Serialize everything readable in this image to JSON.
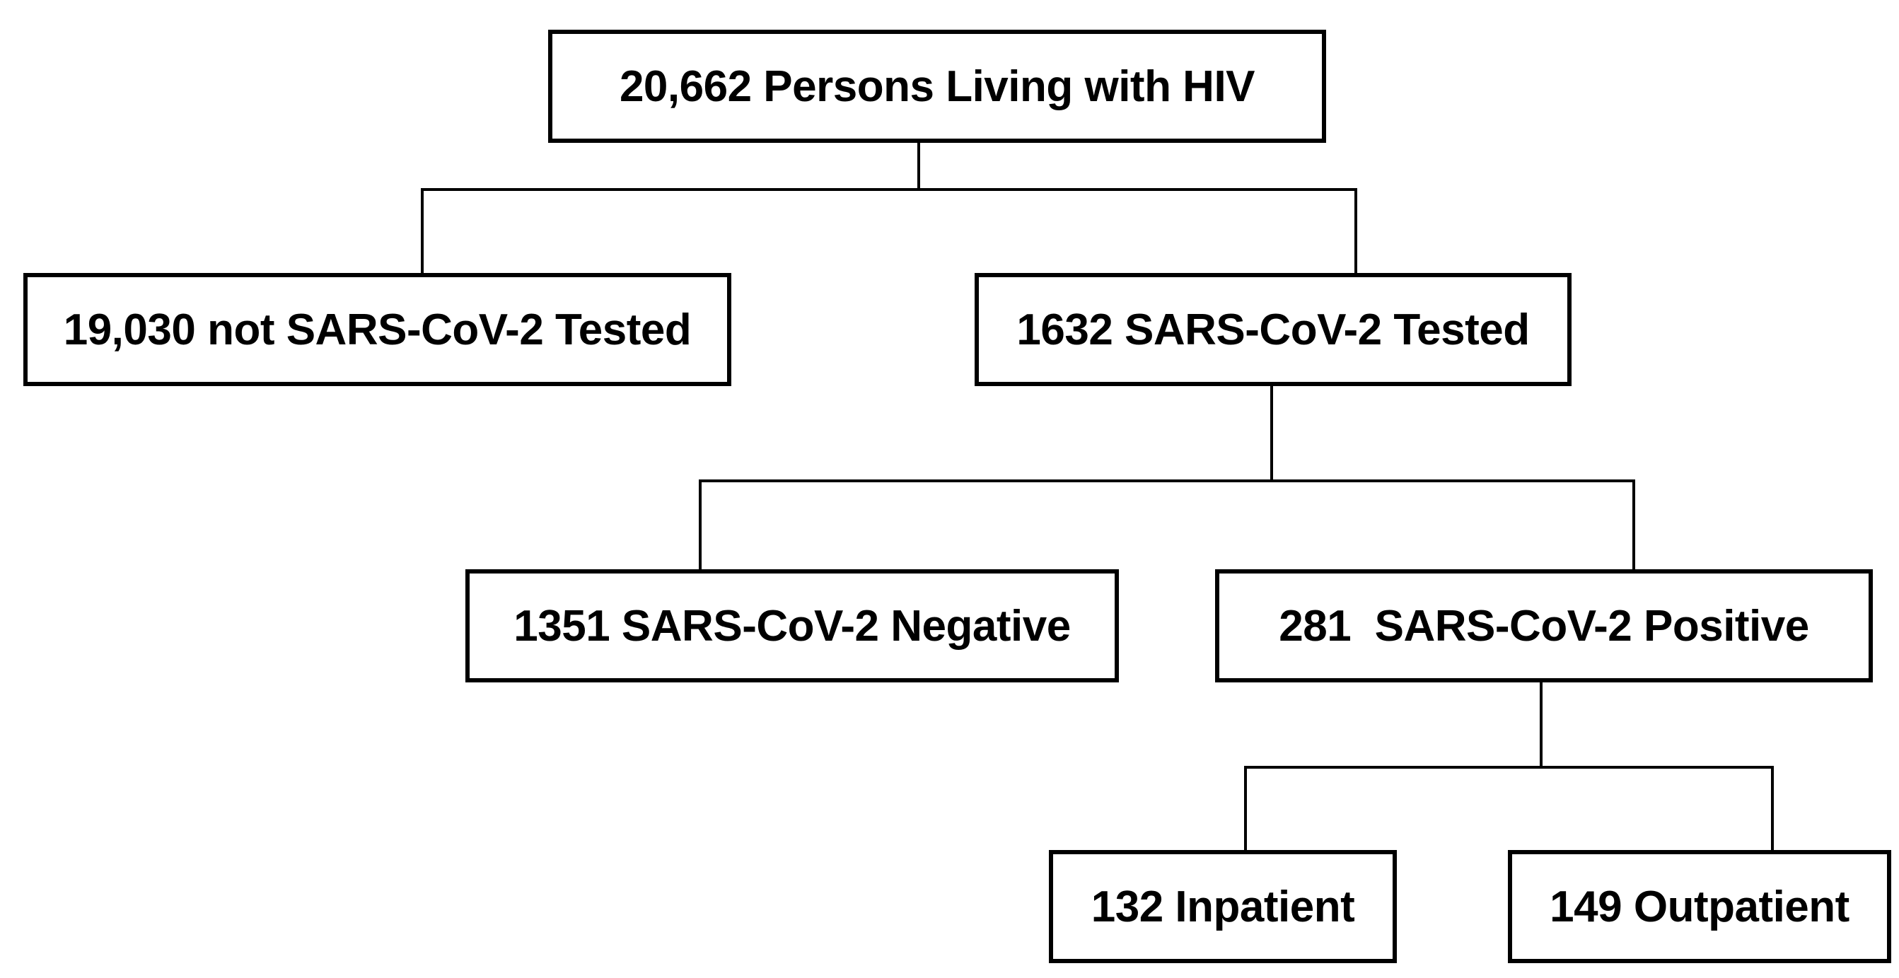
{
  "nodes": {
    "root": "20,662 Persons Living with HIV",
    "untested": "19,030 not SARS-CoV-2 Tested",
    "tested": "1632 SARS-CoV-2 Tested",
    "negative": "1351 SARS-CoV-2 Negative",
    "positive": "281  SARS-CoV-2 Positive",
    "inpatient": "132 Inpatient",
    "outpatient": "149 Outpatient"
  },
  "colors": {
    "line": "#000000",
    "box_border": "#000000",
    "text": "#000000",
    "background": "#ffffff"
  }
}
